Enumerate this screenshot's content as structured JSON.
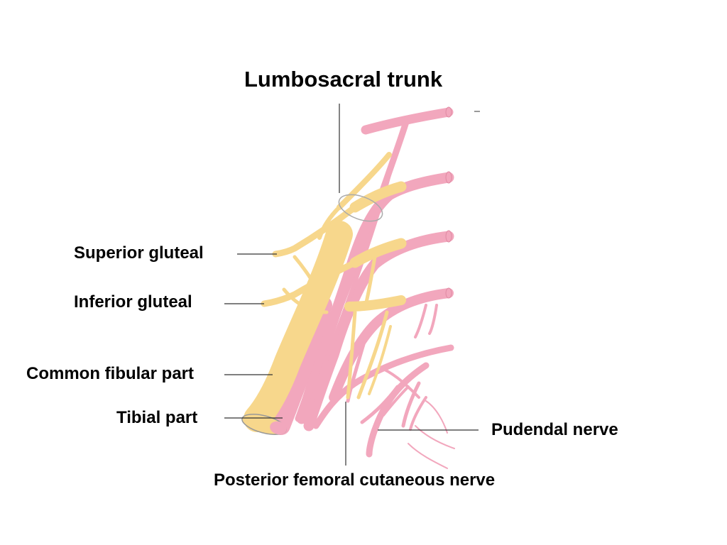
{
  "diagram": {
    "title": "Lumbosacral trunk",
    "labels": {
      "superior_gluteal": "Superior gluteal",
      "inferior_gluteal": "Inferior gluteal",
      "common_fibular_part": "Common fibular part",
      "tibial_part": "Tibial part",
      "pudendal_nerve": "Pudendal nerve",
      "posterior_femoral_cutaneous_nerve": "Posterior femoral cutaneous nerve"
    },
    "colors": {
      "tibial_division": "#f2a7bd",
      "fibular_division": "#f7d78c",
      "leader_line": "#333333",
      "background": "#ffffff"
    }
  }
}
